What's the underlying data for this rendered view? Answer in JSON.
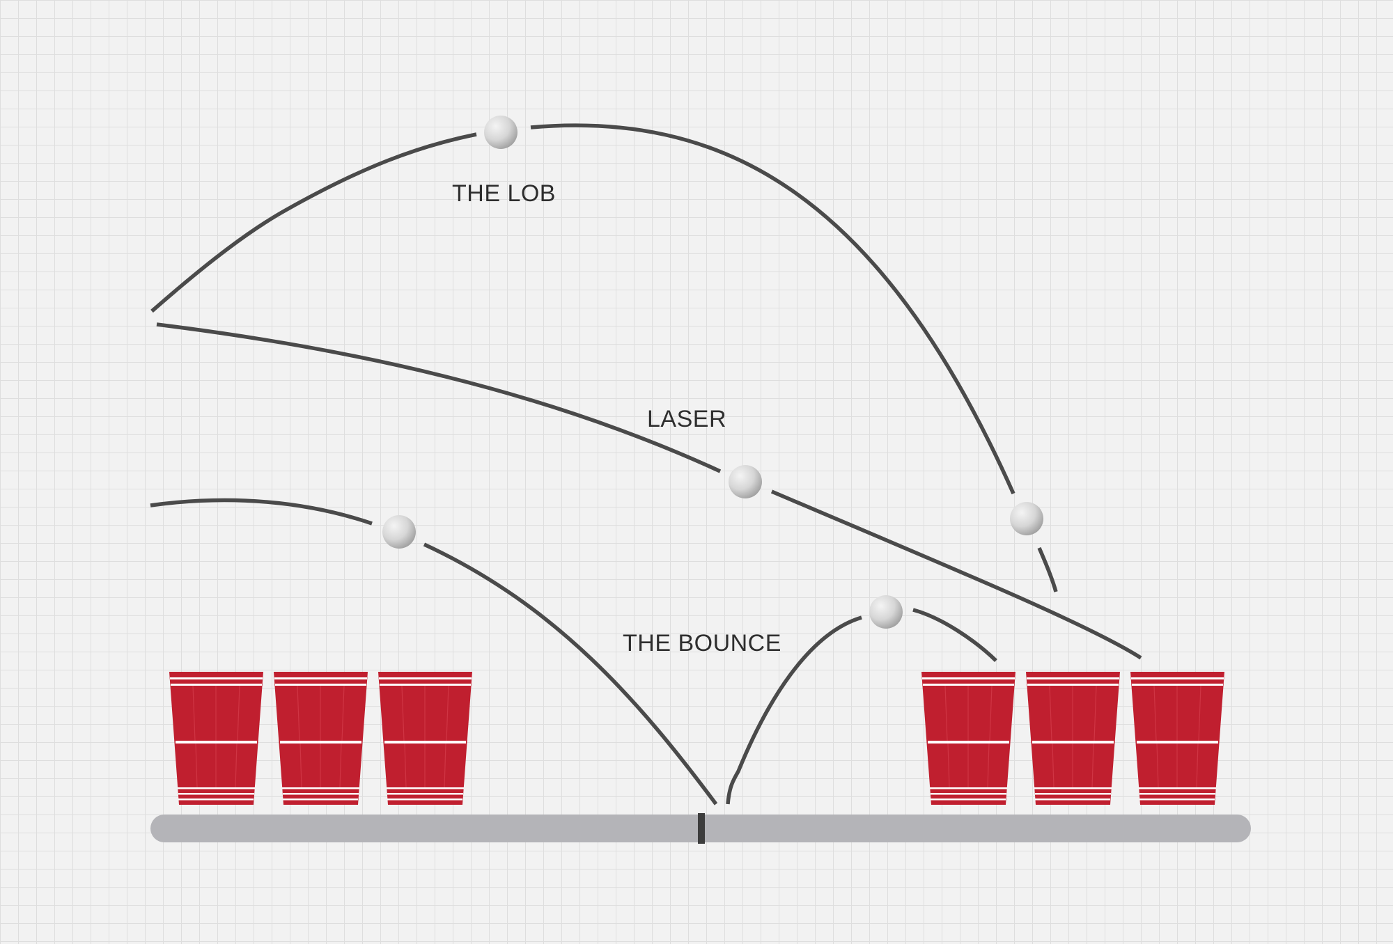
{
  "labels": {
    "lob": "THE LOB",
    "laser": "LASER",
    "bounce": "THE BOUNCE"
  },
  "colors": {
    "cup": "#c01f2f",
    "cup_stripe": "#ffffff",
    "table": "#b4b4b8",
    "net": "#3d3d3d",
    "path": "#4a4a4a",
    "ball_light": "#f2f2f2",
    "ball_dark": "#a8a8a8",
    "background": "#f2f2f2",
    "grid": "#dedede"
  },
  "cups": {
    "left_count": 3,
    "right_count": 3
  }
}
